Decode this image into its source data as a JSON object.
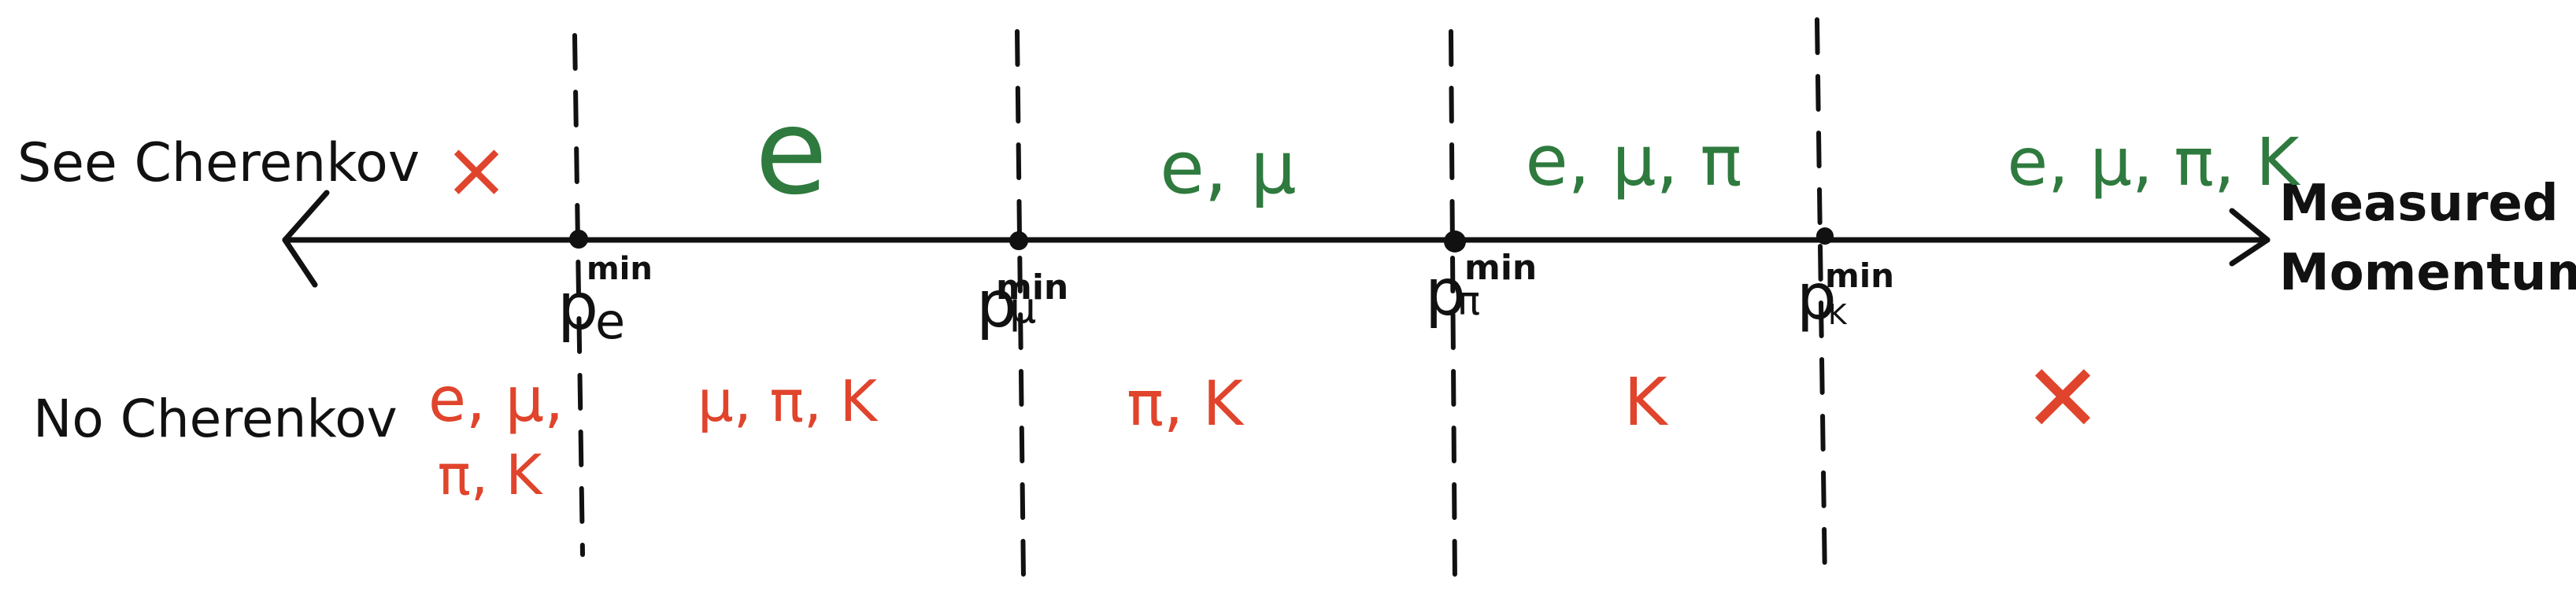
{
  "colors": {
    "ink": "#111111",
    "green": "#2f7a3e",
    "red": "#e0442c"
  },
  "row_labels": {
    "see": "See Cherenkov",
    "no": "No Cherenkov"
  },
  "axis": {
    "label_line1": "Measured",
    "label_line2": "Momentum",
    "thresholds": [
      {
        "symbol": "p",
        "subscript": "e",
        "superscript": "min"
      },
      {
        "symbol": "p",
        "subscript": "μ",
        "superscript": "min"
      },
      {
        "symbol": "p",
        "subscript": "π",
        "superscript": "min"
      },
      {
        "symbol": "p",
        "subscript": "K",
        "superscript": "min"
      }
    ]
  },
  "see_regions": [
    "×",
    "e",
    "e, μ",
    "e, μ, π",
    "e, μ, π, K"
  ],
  "no_regions": [
    {
      "line1": "e, μ,",
      "line2": "π, K"
    },
    {
      "line1": "μ, π, K",
      "line2": ""
    },
    {
      "line1": "π, K",
      "line2": ""
    },
    {
      "line1": "K",
      "line2": ""
    },
    {
      "line1": "✕",
      "line2": ""
    }
  ]
}
